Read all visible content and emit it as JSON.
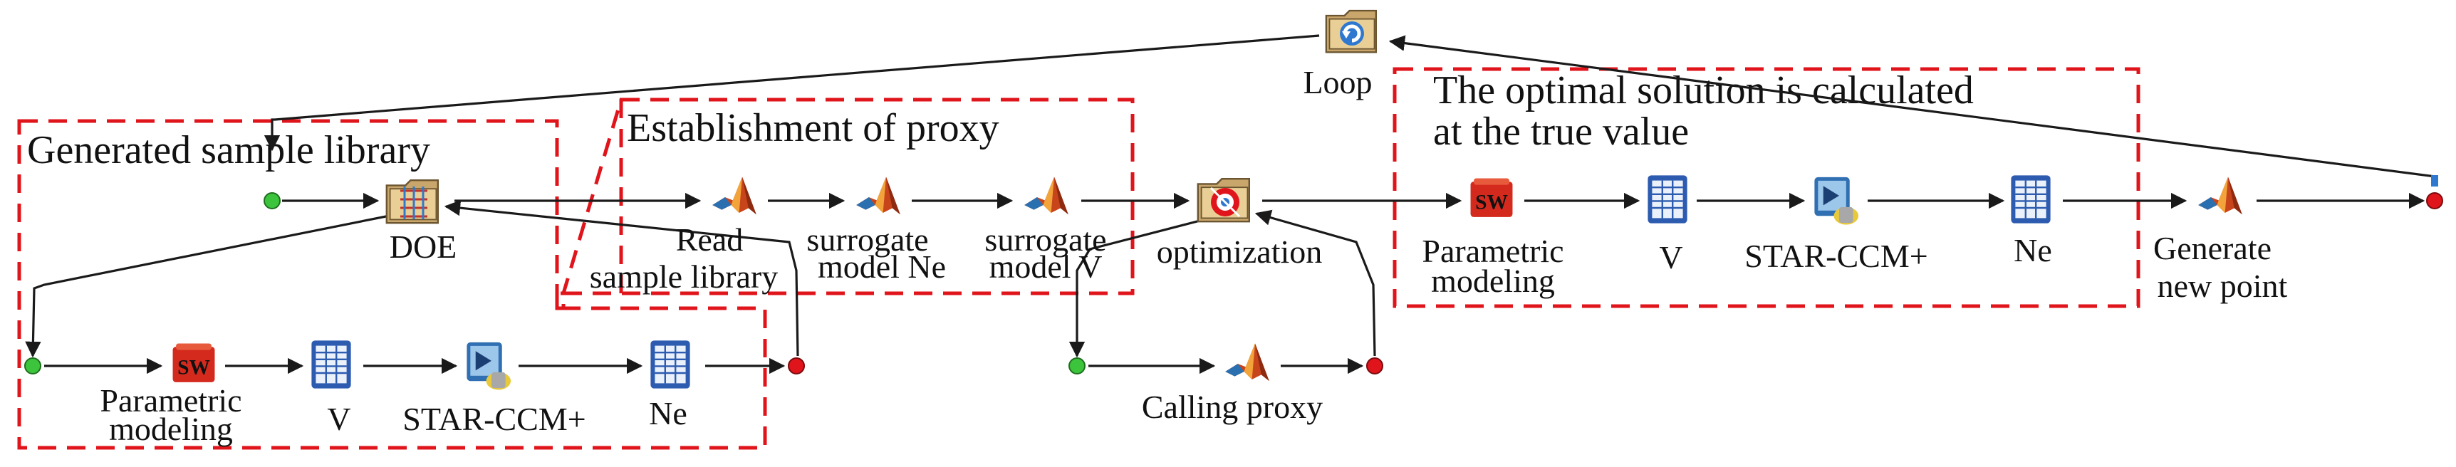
{
  "groups": {
    "generated_sample_library": "Generated sample library",
    "establishment_of_proxy": "Establishment of proxy",
    "optimal_solution_line1": "The optimal solution is calculated",
    "optimal_solution_line2": "at the true value"
  },
  "nodes": {
    "loop": "Loop",
    "doe": "DOE",
    "read_line1": "Read",
    "read_line2": "sample library",
    "surrogate_ne_line1": "surrogate",
    "surrogate_ne_line2": "model Ne",
    "surrogate_v_line1": "surrogate",
    "surrogate_v_line2": "model V",
    "optimization": "optimization",
    "param_top_line1": "Parametric",
    "param_top_line2": "modeling",
    "v_top": "V",
    "star_top": "STAR-CCM+",
    "ne_top": "Ne",
    "generate_line1": "Generate",
    "generate_line2": "new point",
    "param_bottom_line1": "Parametric",
    "param_bottom_line2": "modeling",
    "v_bottom": "V",
    "star_bottom": "STAR-CCM+",
    "ne_bottom": "Ne",
    "calling_proxy": "Calling proxy",
    "sw_badge": "SW"
  },
  "colors": {
    "dashed_box": "#e0141b",
    "start_dot": "#3cc43c",
    "end_dot": "#e0141b",
    "edge": "#1a1a1a"
  },
  "icons": {
    "loop": "loop-icon",
    "doe": "doe-grid-icon",
    "matlab": "matlab-icon",
    "optimization": "optimizer-icon",
    "solidworks": "solidworks-icon",
    "excel": "spreadsheet-icon",
    "starccm": "starccm-icon"
  }
}
